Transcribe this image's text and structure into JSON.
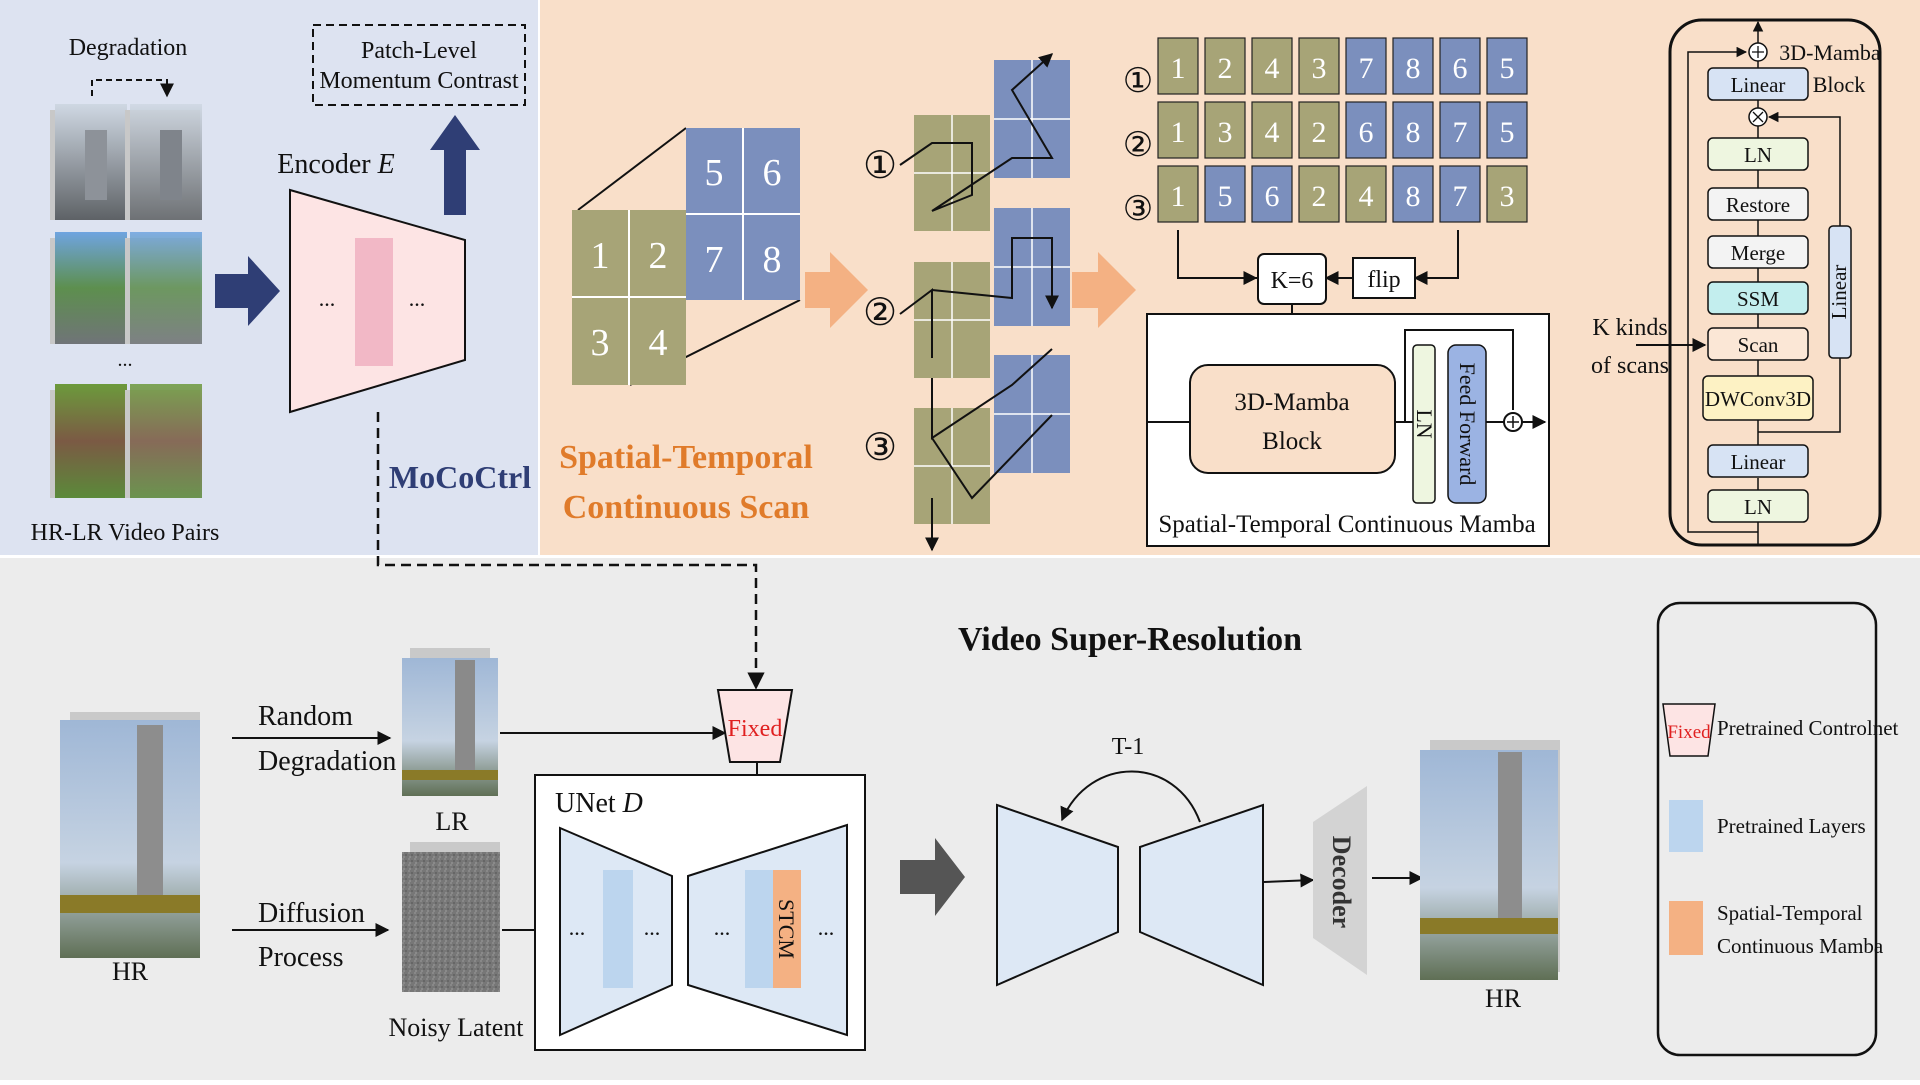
{
  "left_panel": {
    "degradation_label": "Degradation",
    "pairs_caption": "HR-LR Video Pairs",
    "ellipsis": "...",
    "contrast_label_line1": "Patch-Level",
    "contrast_label_line2": "Momentum Contrast",
    "encoder_label": "Encoder E",
    "encoder_dots": "...",
    "mococtrl_label": "MoCoCtrl"
  },
  "scan_panel": {
    "title_line1": "Spatial-Temporal",
    "title_line2": "Continuous Scan",
    "cube_front": [
      "1",
      "2",
      "3",
      "4"
    ],
    "cube_back": [
      "5",
      "6",
      "7",
      "8"
    ],
    "circled": [
      "①",
      "②",
      "③"
    ],
    "orders": [
      [
        "1",
        "2",
        "4",
        "3",
        "7",
        "8",
        "6",
        "5"
      ],
      [
        "1",
        "3",
        "4",
        "2",
        "6",
        "8",
        "7",
        "5"
      ],
      [
        "1",
        "5",
        "6",
        "2",
        "4",
        "8",
        "7",
        "3"
      ]
    ],
    "k_label": "K=6",
    "flip_label": "flip"
  },
  "stcm": {
    "block_line1": "3D-Mamba",
    "block_line2": "Block",
    "ln_label": "LN",
    "ff_label": "Feed Forward",
    "caption": "Spatial-Temporal Continuous Mamba"
  },
  "mamba_block": {
    "title_line1": "3D-Mamba",
    "title_line2": "Block",
    "layers": [
      "Linear",
      "LN",
      "Restore",
      "Merge",
      "SSM",
      "Scan",
      "DWConv3D",
      "Linear",
      "LN"
    ],
    "side_linear": "Linear",
    "k_kinds_line1": "K kinds",
    "k_kinds_line2": "of  scans"
  },
  "vsr": {
    "title": "Video Super-Resolution",
    "hr_label": "HR",
    "random_line1": "Random",
    "random_line2": "Degradation",
    "lr_label": "LR",
    "diffusion_line1": "Diffusion",
    "diffusion_line2": "Process",
    "noisy_label": "Noisy Latent",
    "fixed_label": "Fixed",
    "unet_label": "UNet D",
    "unet_dots": "...",
    "stcm_label": "STCM",
    "t_label": "T-1",
    "decoder_label": "Decoder",
    "hr_out_label": "HR"
  },
  "legend": {
    "fixed_icon": "Fixed",
    "pretrained_controlnet": "Pretrained Controlnet",
    "pretrained_layers": "Pretrained Layers",
    "stcm_line1": "Spatial-Temporal",
    "stcm_line2": "Continuous Mamba"
  },
  "colors": {
    "left_bg": "#dde3f1",
    "scan_bg": "#f9dfc9",
    "bottom_bg": "#ececec",
    "navy": "#2f3e75",
    "orange_text": "#e07b2a",
    "orange_arrow": "#f4b183",
    "encoder_fill": "#fde4e4",
    "encoder_inner": "#f2b8c6",
    "unet_fill": "#dde8f5",
    "pretrained_blue": "#bcd5ee",
    "stcm_orange": "#f4b183",
    "fixed_red": "#e02020",
    "ssm_cyan": "#c3eeee",
    "dwconv_yellow": "#fdf2c4",
    "ln_green": "#eef6e0",
    "tile_blue": "#7b8fbd",
    "tile_olive": "#a7a477"
  }
}
